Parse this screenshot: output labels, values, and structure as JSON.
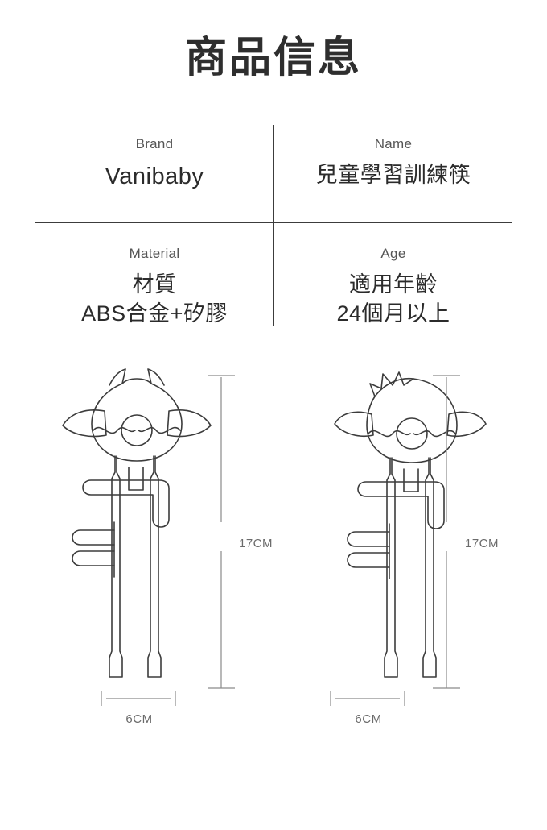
{
  "page": {
    "title": "商品信息",
    "background_color": "#ffffff",
    "text_color": "#2e2e2e",
    "line_color": "#3c3c3c"
  },
  "info": {
    "brand": {
      "label": "Brand",
      "value": "Vanibaby"
    },
    "name": {
      "label": "Name",
      "value": "兒童學習訓練筷"
    },
    "material": {
      "label": "Material",
      "value_line1": "材質",
      "value_line2": "ABS合金+矽膠"
    },
    "age": {
      "label": "Age",
      "value_line1": "適用年齡",
      "value_line2": "24個月以上"
    }
  },
  "products": [
    {
      "id": "product-left",
      "head_style": "cat-ears",
      "dimensions": {
        "height": "17CM",
        "width": "6CM"
      }
    },
    {
      "id": "product-right",
      "head_style": "crown-crest",
      "dimensions": {
        "height": "17CM",
        "width": "6CM"
      }
    }
  ]
}
